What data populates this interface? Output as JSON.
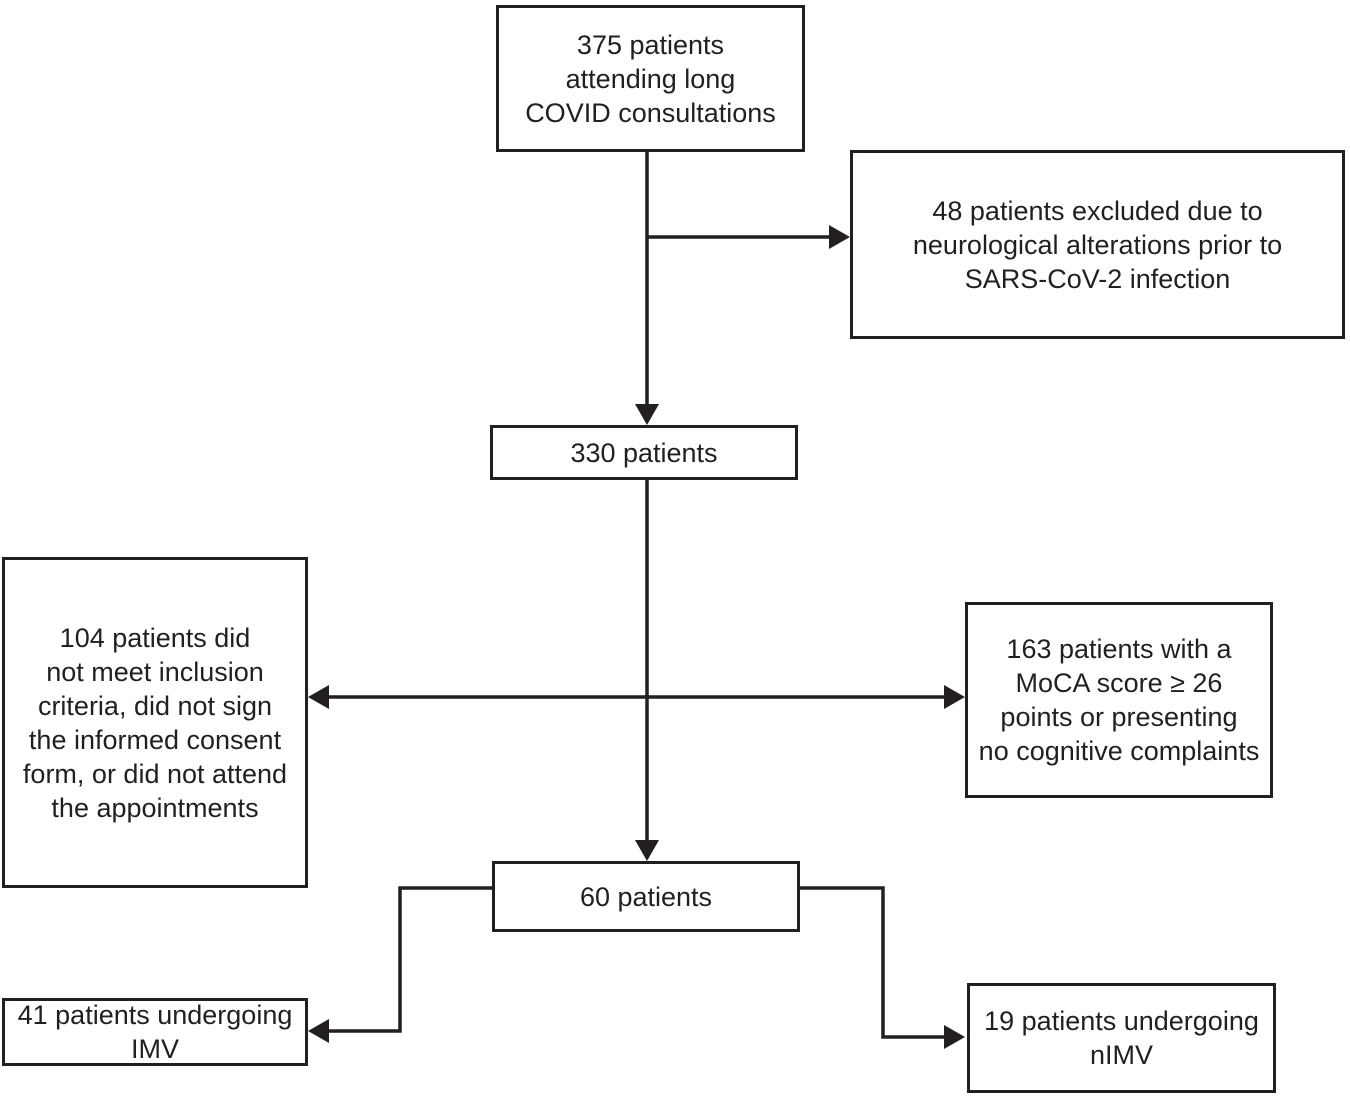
{
  "diagram": {
    "type": "patient-flowchart",
    "boxes": {
      "source": {
        "lines": [
          "375 patients",
          "attending long",
          "COVID consultations"
        ]
      },
      "excluded_neurological": {
        "lines": [
          "48 patients excluded due to",
          "neurological alterations prior to",
          "SARS-CoV-2 infection"
        ]
      },
      "after_neuro_exclusion": {
        "lines": [
          "330 patients"
        ]
      },
      "excluded_criteria": {
        "lines": [
          "104 patients did",
          "not meet inclusion",
          "criteria, did not sign",
          "the informed consent",
          "form, or did not attend",
          "the appointments"
        ]
      },
      "excluded_moca": {
        "lines": [
          "163 patients with a",
          "MoCA score ≥ 26",
          "points or presenting",
          "no cognitive complaints"
        ]
      },
      "included": {
        "lines": [
          "60 patients"
        ]
      },
      "imv": {
        "lines": [
          "41 patients undergoing",
          "IMV"
        ]
      },
      "nimv": {
        "lines": [
          "19 patients undergoing",
          "nIMV"
        ]
      }
    },
    "edges": [
      {
        "from": "source",
        "to": "after_neuro_exclusion"
      },
      {
        "from": "source",
        "to": "excluded_neurological"
      },
      {
        "from": "after_neuro_exclusion",
        "to": "included"
      },
      {
        "from": "after_neuro_exclusion",
        "to": "excluded_criteria"
      },
      {
        "from": "after_neuro_exclusion",
        "to": "excluded_moca"
      },
      {
        "from": "included",
        "to": "imv"
      },
      {
        "from": "included",
        "to": "nimv"
      }
    ],
    "colors": {
      "line": "#231f20",
      "box_border": "#231f20",
      "text": "#231f20",
      "background": "#ffffff"
    }
  }
}
